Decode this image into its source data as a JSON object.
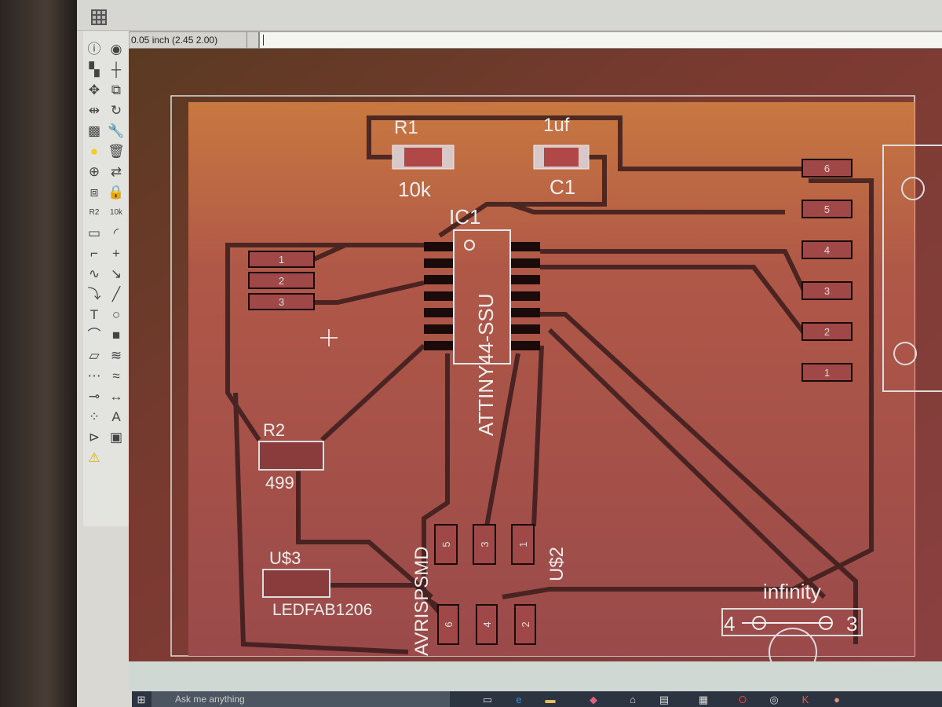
{
  "status": {
    "grid_coords": "0.05 inch (2.45 2.00)",
    "command_input": ""
  },
  "toolbar_icons": [
    "info",
    "eye",
    "layer-colors",
    "mark",
    "move",
    "copy",
    "mirror",
    "rotate",
    "group",
    "wrench",
    "dot",
    "delete",
    "add-part",
    "replace",
    "smash",
    "lock",
    "name",
    "value",
    "ripup",
    "miter",
    "split",
    "optimize",
    "meander",
    "route",
    "route-diff",
    "wire",
    "text",
    "circle",
    "arc",
    "rectangle",
    "polygon",
    "via",
    "signal",
    "ratsnest",
    "autorouter",
    "dimension",
    "drc-tools",
    "route-a",
    "gate",
    "erc",
    "warning"
  ],
  "parts": {
    "r1": {
      "name": "R1",
      "value": "10k"
    },
    "c1": {
      "name": "C1",
      "value": "1uf"
    },
    "ic1": {
      "name": "IC1",
      "value": "ATTINY44-SSU"
    },
    "r2": {
      "name": "R2",
      "value": "499"
    },
    "u3": {
      "name": "U$3",
      "value": "LEDFAB1206"
    },
    "u2": {
      "name": "U$2",
      "value": "AVRISPSMD"
    },
    "inf": {
      "name": "infinity",
      "pin_left": "4",
      "pin_right": "3"
    }
  },
  "left_header_pads": [
    "1",
    "2",
    "3"
  ],
  "right_header_pads": [
    "6",
    "5",
    "4",
    "3",
    "2",
    "1"
  ],
  "isp_top_pads": [
    "5",
    "3",
    "1"
  ],
  "isp_bottom_pads": [
    "6",
    "4",
    "2"
  ],
  "taskbar": {
    "search_placeholder": "Ask me anything"
  },
  "colors": {
    "board": "#a8544a",
    "trace": "#3a1c1c",
    "outline": "#dcdcdc"
  }
}
